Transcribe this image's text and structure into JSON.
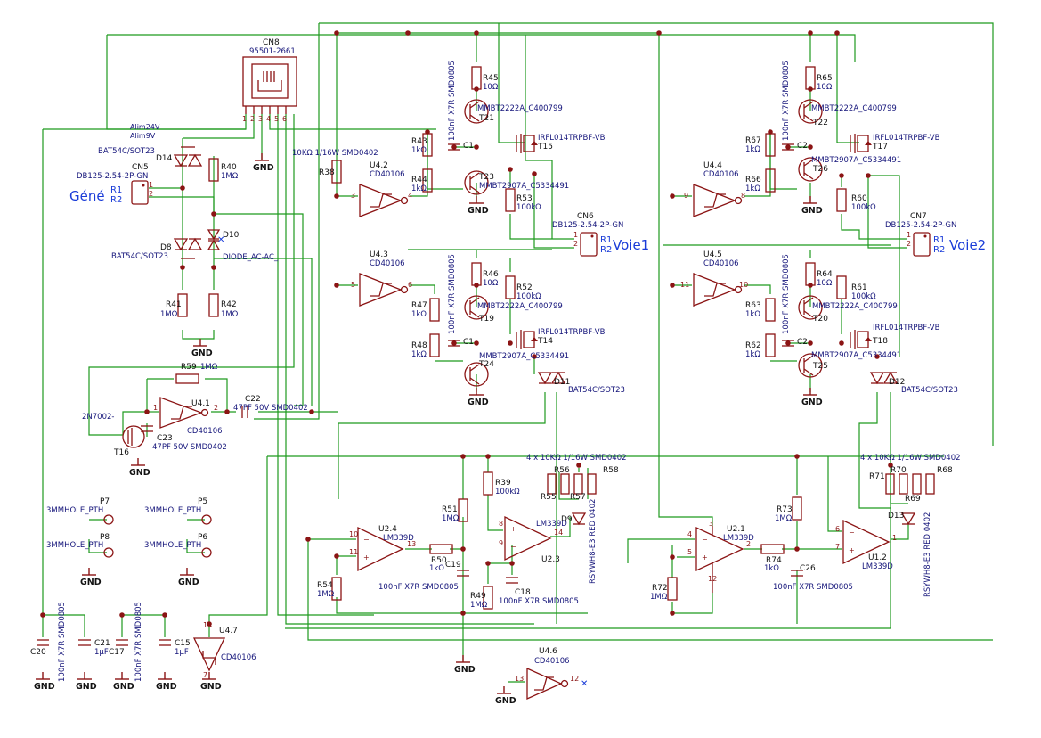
{
  "colors": {
    "wire": "#1e9a1e",
    "component": "#8b1414",
    "value_text": "#14147a",
    "net_label": "#1a3cd8",
    "background": "#ffffff"
  },
  "nets": {
    "alim24": "Alim24V",
    "alim9": "Alim9V"
  },
  "connectors": {
    "cn8": {
      "ref": "CN8",
      "value": "95501-2661",
      "pins": [
        "1",
        "2",
        "3",
        "4",
        "5",
        "6"
      ]
    },
    "cn5": {
      "ref": "CN5",
      "value": "DB125-2.54-2P-GN",
      "label": "Géné",
      "p1": "R1",
      "p2": "R2",
      "n1": "1",
      "n2": "2"
    },
    "cn6": {
      "ref": "CN6",
      "value": "DB125-2.54-2P-GN",
      "label": "Voie1",
      "p1": "R1",
      "p2": "R2",
      "n1": "1",
      "n2": "2"
    },
    "cn7": {
      "ref": "CN7",
      "value": "DB125-2.54-2P-GN",
      "label": "Voie2",
      "p1": "R1",
      "p2": "R2",
      "n1": "1",
      "n2": "2"
    }
  },
  "diodes": {
    "d14": {
      "ref": "D14",
      "value": "BAT54C/SOT23"
    },
    "d8": {
      "ref": "D8",
      "value": "BAT54C/SOT23"
    },
    "d10": {
      "ref": "D10",
      "value": "DIODE_AC-AC_"
    },
    "d11": {
      "ref": "D11",
      "value": "BAT54C/SOT23"
    },
    "d12": {
      "ref": "D12",
      "value": "BAT54C/SOT23"
    },
    "d9": {
      "ref": "D9",
      "value": "RSYWH8-E3 RED 0402"
    },
    "d13": {
      "ref": "D13",
      "value": "RSYWH8-E3 RED 0402"
    }
  },
  "resistors": {
    "r40": {
      "ref": "R40",
      "value": "1MΩ"
    },
    "r41": {
      "ref": "R41",
      "value": "1MΩ"
    },
    "r42": {
      "ref": "R42",
      "value": "1MΩ"
    },
    "r38": {
      "ref": "R38",
      "value": "10KΩ 1/16W SMD0402"
    },
    "r43": {
      "ref": "R43",
      "value": "1kΩ"
    },
    "r44": {
      "ref": "R44",
      "value": "1kΩ"
    },
    "r45": {
      "ref": "R45",
      "value": "10Ω"
    },
    "r53": {
      "ref": "R53",
      "value": "100kΩ"
    },
    "r46": {
      "ref": "R46",
      "value": "10Ω"
    },
    "r52": {
      "ref": "R52",
      "value": "100kΩ"
    },
    "r47": {
      "ref": "R47",
      "value": "1kΩ"
    },
    "r48": {
      "ref": "R48",
      "value": "1kΩ"
    },
    "r65": {
      "ref": "R65",
      "value": "10Ω"
    },
    "r67": {
      "ref": "R67",
      "value": "1kΩ"
    },
    "r66": {
      "ref": "R66",
      "value": "1kΩ"
    },
    "r60": {
      "ref": "R60",
      "value": "100kΩ"
    },
    "r64": {
      "ref": "R64",
      "value": "10Ω"
    },
    "r61": {
      "ref": "R61",
      "value": "100kΩ"
    },
    "r63": {
      "ref": "R63",
      "value": "1kΩ"
    },
    "r62": {
      "ref": "R62",
      "value": "1kΩ"
    },
    "r59": {
      "ref": "R59",
      "value": "1MΩ"
    },
    "r39": {
      "ref": "R39",
      "value": "100kΩ"
    },
    "r51": {
      "ref": "R51",
      "value": "1MΩ"
    },
    "r50": {
      "ref": "R50",
      "value": "1kΩ"
    },
    "r54": {
      "ref": "R54",
      "value": "1MΩ"
    },
    "r49": {
      "ref": "R49",
      "value": "1MΩ"
    },
    "r73": {
      "ref": "R73",
      "value": "1MΩ"
    },
    "r74": {
      "ref": "R74",
      "value": "1kΩ"
    },
    "r72": {
      "ref": "R72",
      "value": "1MΩ"
    },
    "rn1": {
      "value": "4 x 10KΩ 1/16W SMD0402",
      "refs": [
        "R56",
        "R58",
        "R55",
        "R57"
      ]
    },
    "rn2": {
      "value": "4 x 10KΩ 1/16W SMD0402",
      "refs": [
        "R71",
        "R70",
        "R68",
        "R69"
      ]
    }
  },
  "capacitors": {
    "c_ch1": {
      "ref": "C1",
      "value": "100nF X7R SMD0805"
    },
    "c_ch2": {
      "ref": "C1",
      "value": "100nF X7R SMD0805"
    },
    "c_ch3": {
      "ref": "C2",
      "value": "100nF X7R SMD0805"
    },
    "c_ch4": {
      "ref": "C2",
      "value": "100nF X7R SMD0805"
    },
    "c22": {
      "ref": "C22",
      "value": "47PF 50V SMD0402"
    },
    "c23": {
      "ref": "C23",
      "value": "47PF 50V SMD0402"
    },
    "c19": {
      "ref": "C19",
      "value": "100nF X7R SMD0805"
    },
    "c18": {
      "ref": "C18",
      "value": "100nF X7R SMD0805"
    },
    "c26": {
      "ref": "C26",
      "value": "100nF X7R SMD0805"
    },
    "c20": {
      "ref": "C20",
      "value": "100nF X7R SMD0805"
    },
    "c21": {
      "ref": "C21",
      "value": "1µF"
    },
    "c17": {
      "ref": "C17",
      "value": "100nF X7R SMD0805"
    },
    "c15": {
      "ref": "C15",
      "value": "1µF"
    }
  },
  "transistors": {
    "t21": {
      "ref": "T21",
      "value": "MMBT2222A_C400799"
    },
    "t23": {
      "ref": "T23",
      "value": "MMBT2907A_C5334491"
    },
    "t15": {
      "ref": "T15",
      "value": "IRFL014TRPBF-VB"
    },
    "t19": {
      "ref": "T19",
      "value": "MMBT2222A_C400799"
    },
    "t24": {
      "ref": "T24",
      "value": "MMBT2907A_C5334491"
    },
    "t14": {
      "ref": "T14",
      "value": "IRFL014TRPBF-VB"
    },
    "t22": {
      "ref": "T22",
      "value": "MMBT2222A_C400799"
    },
    "t26": {
      "ref": "T26",
      "value": "MMBT2907A_C5334491"
    },
    "t17": {
      "ref": "T17",
      "value": "IRFL014TRPBF-VB"
    },
    "t20": {
      "ref": "T20",
      "value": "MMBT2222A_C400799"
    },
    "t25": {
      "ref": "T25",
      "value": "MMBT2907A_C5334491"
    },
    "t18": {
      "ref": "T18",
      "value": "IRFL014TRPBF-VB"
    },
    "t16": {
      "ref": "T16",
      "value": "2N7002-"
    }
  },
  "gates": {
    "u42": {
      "ref": "U4.2",
      "value": "CD40106",
      "pin_in": "3",
      "pin_out": "4"
    },
    "u43": {
      "ref": "U4.3",
      "value": "CD40106",
      "pin_in": "5",
      "pin_out": "6"
    },
    "u44": {
      "ref": "U4.4",
      "value": "CD40106",
      "pin_in": "9",
      "pin_out": "8"
    },
    "u45": {
      "ref": "U4.5",
      "value": "CD40106",
      "pin_in": "11",
      "pin_out": "10"
    },
    "u41": {
      "ref": "U4.1",
      "value": "CD40106",
      "pin_in": "1",
      "pin_out": "2"
    },
    "u46": {
      "ref": "U4.6",
      "value": "CD40106",
      "pin_in": "13",
      "pin_out": "12"
    },
    "u47": {
      "ref": "U4.7",
      "value": "CD40106",
      "pin_top": "14",
      "pin_bot": "7"
    }
  },
  "comparators": {
    "u24": {
      "ref": "U2.4",
      "value": "LM339D",
      "pin_a": "10",
      "pin_b": "11",
      "pin_out": "13"
    },
    "u23": {
      "ref": "U2.3",
      "value": "LM339D",
      "pin_a": "8",
      "pin_b": "9",
      "pin_out": "14"
    },
    "u21": {
      "ref": "U2.1",
      "value": "LM339D",
      "pin_a": "4",
      "pin_b": "5",
      "pin_out": "2",
      "pin_top": "3",
      "pin_bot": "12"
    },
    "u12": {
      "ref": "U1.2",
      "value": "LM339D",
      "pin_a": "6",
      "pin_b": "7",
      "pin_out": "1"
    }
  },
  "holes": {
    "p7": {
      "ref": "P7",
      "value": "3MMHOLE_PTH"
    },
    "p8": {
      "ref": "P8",
      "value": "3MMHOLE_PTH"
    },
    "p5": {
      "ref": "P5",
      "value": "3MMHOLE_PTH"
    },
    "p6": {
      "ref": "P6",
      "value": "3MMHOLE_PTH"
    }
  },
  "gnd_label": "GND"
}
